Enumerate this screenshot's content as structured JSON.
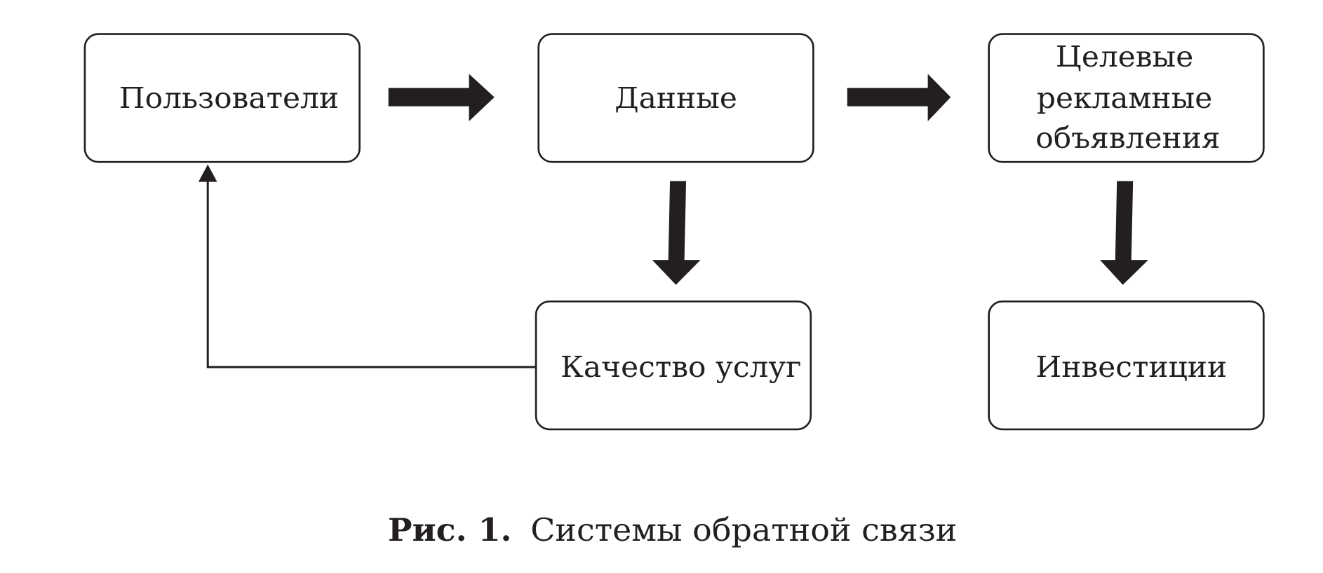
{
  "nodes": {
    "users": "Пользователи",
    "data": "Данные",
    "ads": [
      "Целевые",
      "рекламные",
      "объявления"
    ],
    "quality": "Качество услуг",
    "investments": "Инвестиции"
  },
  "edges": [
    {
      "from": "users",
      "to": "data"
    },
    {
      "from": "data",
      "to": "ads"
    },
    {
      "from": "data",
      "to": "quality"
    },
    {
      "from": "ads",
      "to": "investments"
    },
    {
      "from": "quality",
      "to": "users"
    }
  ],
  "caption": {
    "label": "Рис. 1.",
    "text": "Системы обратной связи"
  }
}
